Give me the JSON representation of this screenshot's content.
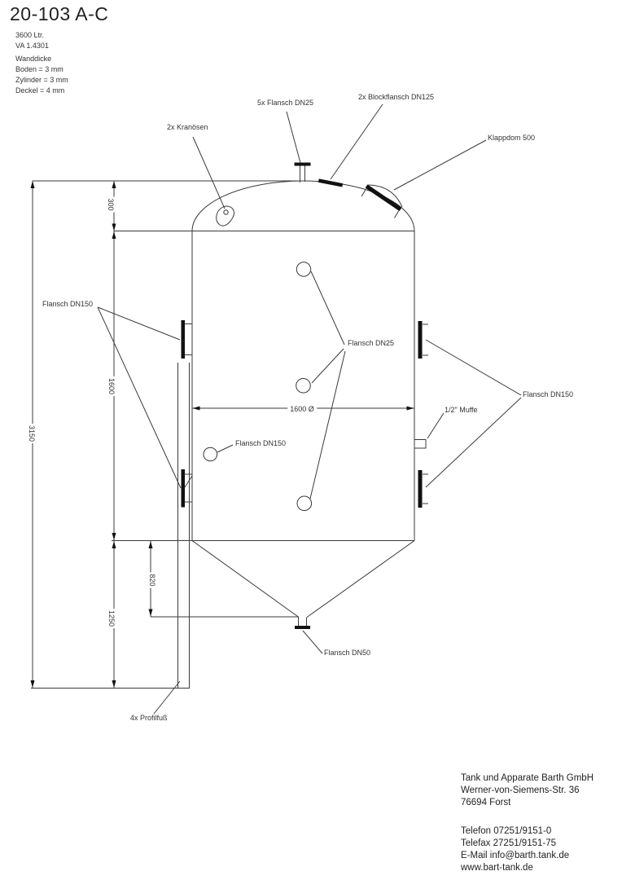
{
  "title": "20-103 A-C",
  "specs": {
    "volume": "3600 Ltr.",
    "material": "VA 1.4301",
    "wall_heading": "Wanddicke",
    "wall_lines": [
      "Boden = 3 mm",
      "Zylinder = 3 mm",
      "Deckel = 4 mm"
    ]
  },
  "callouts": {
    "kranoesen": "2x Kranösen",
    "flansch_dn25_top": "5x Flansch DN25",
    "blockflansch": "2x Blockflansch DN125",
    "klappdom": "Klappdom 500",
    "flansch_dn150_left": "Flansch DN150",
    "flansch_dn25": "Flansch DN25",
    "flansch_dn150_right": "Flansch DN150",
    "muffe": "1/2\" Muffe",
    "flansch_dn150_mid": "Flansch DN150",
    "flansch_dn50": "Flansch DN50",
    "profilfuss": "4x Profilfuß"
  },
  "dimensions": {
    "overall_height": "3150",
    "dome_height": "300",
    "cylinder_height": "1600",
    "cone_height": "820",
    "leg_height": "1250",
    "diameter": "1600 Ø"
  },
  "company": {
    "name": "Tank und Apparate Barth GmbH",
    "street": "Werner-von-Siemens-Str. 36",
    "city": "76694 Forst",
    "phone": "Telefon 07251/9151-0",
    "fax": "Telefax 27251/9151-75",
    "email": "E-Mail info@barth.tank.de",
    "web": "www.bart-tank.de"
  },
  "colors": {
    "line": "#3a3a3a",
    "fill": "#111111",
    "background": "#ffffff"
  }
}
